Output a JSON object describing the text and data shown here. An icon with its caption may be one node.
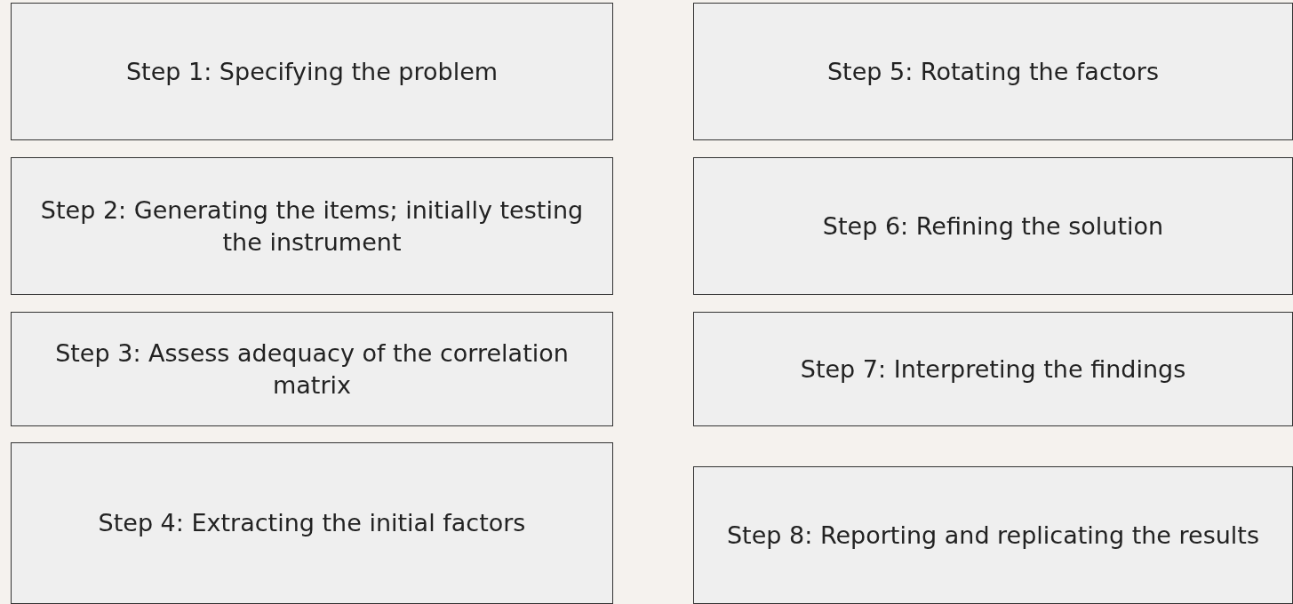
{
  "diagram": {
    "nodes": [
      {
        "text": [
          "Step 1: Specifying the problem"
        ]
      },
      {
        "text": [
          "Step 2: Generating the items; initially testing the instrument"
        ]
      },
      {
        "text": [
          "Step 3: Assess adequacy of the correlation matrix"
        ]
      },
      {
        "text": [
          "Step 4: Extracting the initial factors"
        ]
      },
      {
        "text": [
          "Step 5: Rotating the factors"
        ]
      },
      {
        "text": [
          "Step 6: Refining the solution"
        ]
      },
      {
        "text": [
          "Step 7: Interpreting the findings"
        ]
      },
      {
        "text": [
          "Step 8: Reporting and replicating the results"
        ]
      }
    ]
  }
}
